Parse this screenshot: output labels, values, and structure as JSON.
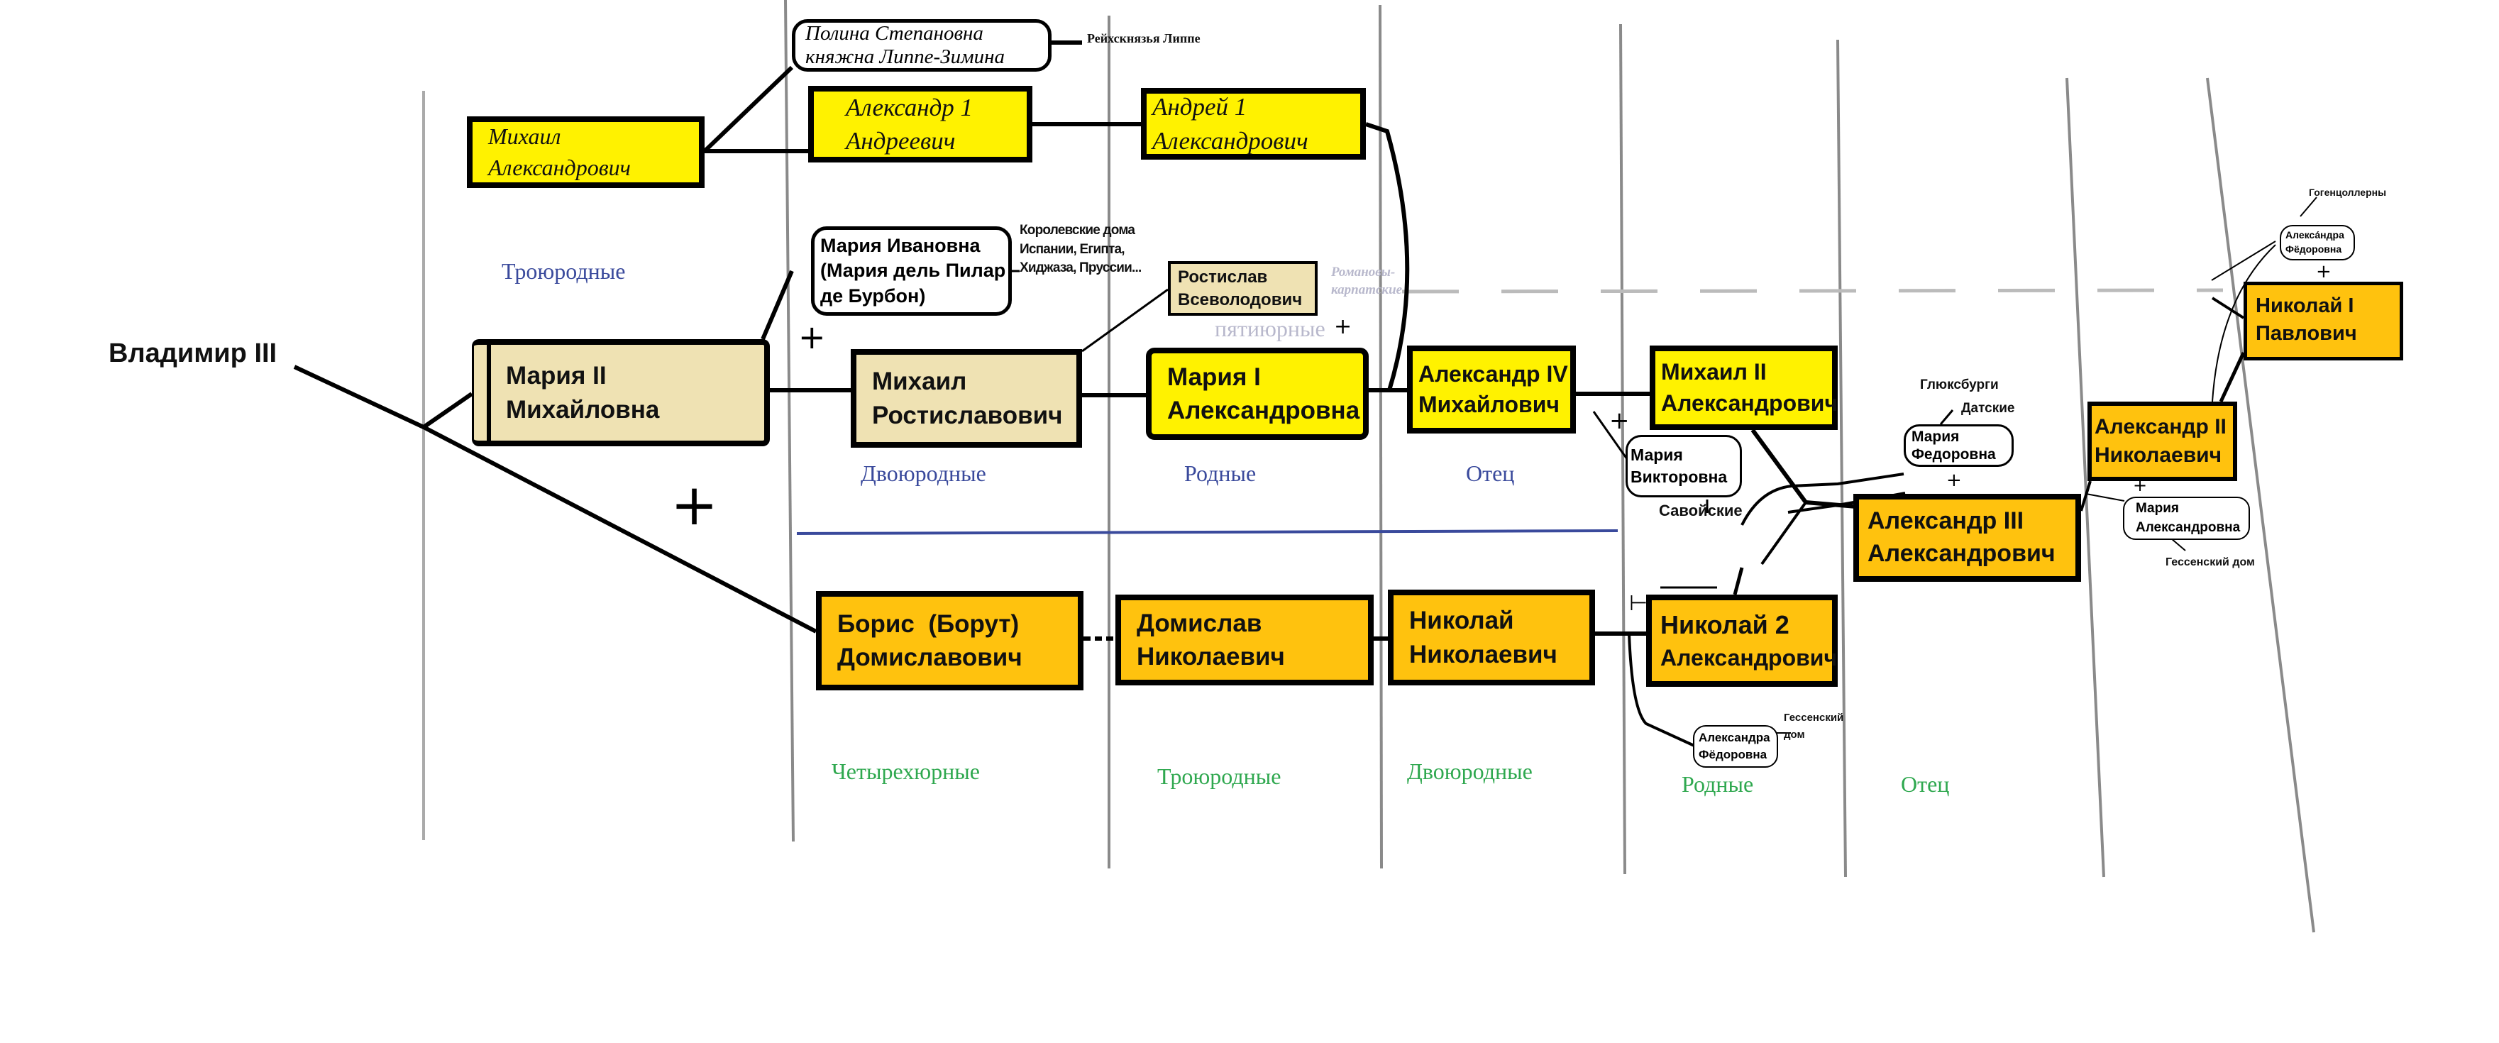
{
  "root": {
    "name": "Владимир III"
  },
  "persons": {
    "mikhail_a": [
      "Михаил",
      "Александрович"
    ],
    "polina": [
      "Полина Степановна",
      "княжна Липпе-Зимина"
    ],
    "alexander1": [
      "Александр 1",
      "Андреевич"
    ],
    "andrei1": [
      "Андрей 1",
      "Александрович"
    ],
    "maria_ivanovna": [
      "Мария Ивановна",
      "(Мария дель Пилар",
      "де Бурбон)"
    ],
    "rostislav": [
      "Ростислав",
      "Всеволодович"
    ],
    "maria2": [
      "Мария II",
      "Михайловна"
    ],
    "mikhail_r": [
      "Михаил",
      "Ростиславович"
    ],
    "maria1": [
      "Мария I",
      "Александровна"
    ],
    "alexander4": [
      "Александр IV",
      "Михайлович"
    ],
    "mikhail2": [
      "Михаил II",
      "Александрович"
    ],
    "maria_viktorovna": [
      "Мария",
      "Викторовна"
    ],
    "maria_fedorovna": [
      "Мария",
      "Федоровна"
    ],
    "alexander3": [
      "Александр III",
      "Александрович"
    ],
    "alexander2": [
      "Александр II",
      "Николаевич"
    ],
    "nikolai1": [
      "Николай I",
      "Павлович"
    ],
    "alexandra_top": [
      "Алекса́ндра",
      "Фёдоровна"
    ],
    "maria_alexandrovna": [
      "Мария",
      "Александровна"
    ],
    "boris": [
      "Борис  (Борут)",
      "Домиславович"
    ],
    "domislav": [
      "Домислав",
      "Николаевич"
    ],
    "nikolai_n": [
      "Николай",
      "Николаевич"
    ],
    "nikolai2": [
      "Николай 2",
      "Александрович"
    ],
    "alexandra_bottom": [
      "Александра",
      "Фёдоровна"
    ]
  },
  "houses": {
    "lippe": "Рейхскнязья Липпе",
    "royal": [
      "Королевские дома",
      "Испании, Египта,",
      "Хиджаза, Пруссии..."
    ],
    "romanovy": [
      "Романовы-",
      "карпатские"
    ],
    "glucksburg": "Глюксбурги",
    "danish": "Датские",
    "savoy": "Савойские",
    "hohenzollern": "Гогенцоллерны",
    "hesse_top": "Гессенский дом",
    "hesse_bottom": [
      "Гессенский",
      "дом"
    ]
  },
  "kinship_upper": {
    "third": "Троюродные",
    "second": "Двоюродные",
    "siblings": "Родные",
    "father": "Отец",
    "fifth": "пятиюрные"
  },
  "kinship_lower": {
    "fourth": "Четырехюрные",
    "third": "Троюродные",
    "second": "Двоюродные",
    "siblings": "Родные",
    "father": "Отец"
  },
  "colors": {
    "yellow": "#fff200",
    "beige": "#efe2b3",
    "orange": "#ffc20e",
    "upper_label": "#3a4a9c",
    "lower_label": "#2fa84f",
    "column_line": "#8a8a8a"
  }
}
